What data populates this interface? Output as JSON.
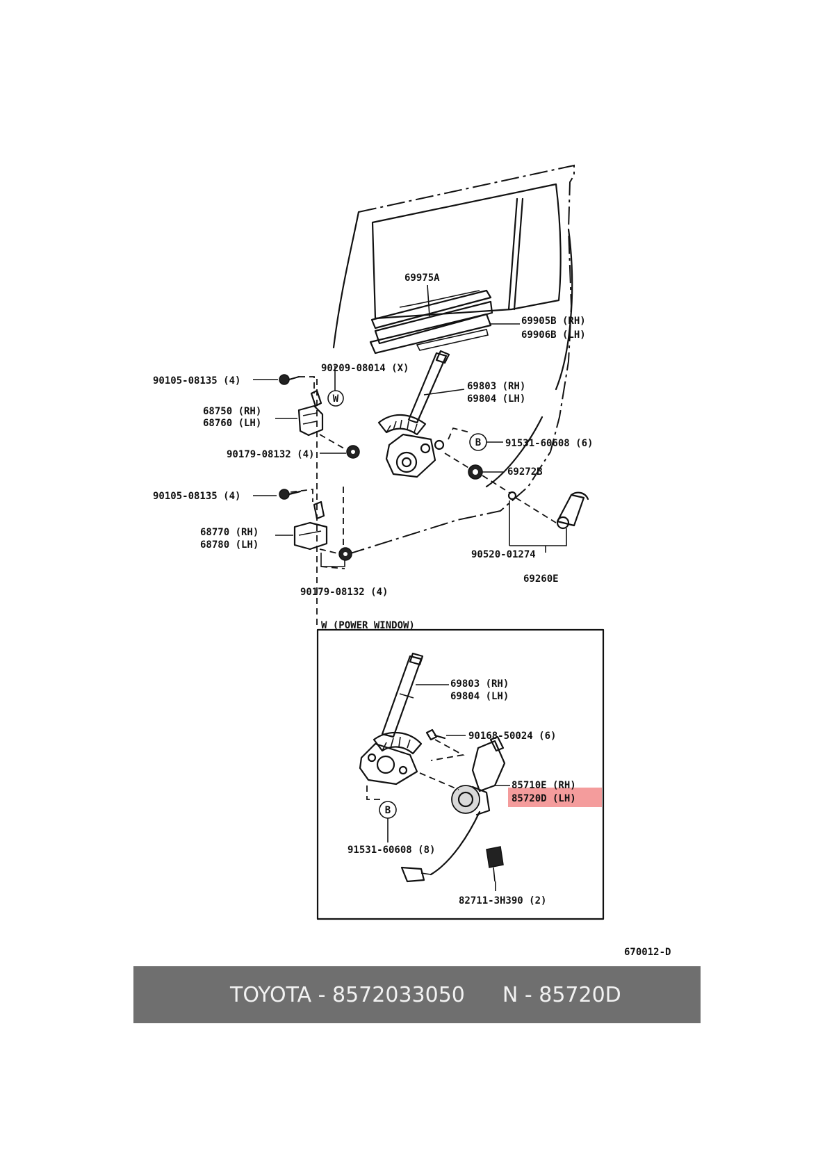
{
  "labels": {
    "p69975A": "69975A",
    "p69905B": "69905B (RH)",
    "p69906B": "69906B (LH)",
    "p90105_a": "90105-08135 (4)",
    "p90209": "90209-08014 (X)",
    "p68750": "68750 (RH)",
    "p68760": "68760 (LH)",
    "p69803_a": "69803 (RH)",
    "p69804_a": "69804 (LH)",
    "p91531_a": "91531-60608 (6)",
    "p90179_a": "90179-08132 (4)",
    "p69272B": "69272B",
    "p90105_b": "90105-08135 (4)",
    "p68770": "68770 (RH)",
    "p68780": "68780 (LH)",
    "p90520": "90520-01274",
    "p69260E": "69260E",
    "p90179_b": "90179-08132 (4)",
    "inset_title": "W (POWER WINDOW)",
    "p69803_b": "69803 (RH)",
    "p69804_b": "69804 (LH)",
    "p90168": "90168-50024 (6)",
    "p85710E": "85710E (RH)",
    "p85720D": "85720D (LH)",
    "p91531_b": "91531-60608 (8)",
    "p82711": "82711-3H390 (2)",
    "ref_code": "670012-D",
    "callout_W": "W",
    "callout_B1": "B",
    "callout_B2": "B"
  },
  "footer": {
    "brand_part": "TOYOTA - 8572033050",
    "ref_part": "N - 85720D"
  },
  "colors": {
    "highlight": "#f28b8b",
    "footer_bg": "#6f6f6f",
    "footer_text": "#f2f2f2"
  }
}
